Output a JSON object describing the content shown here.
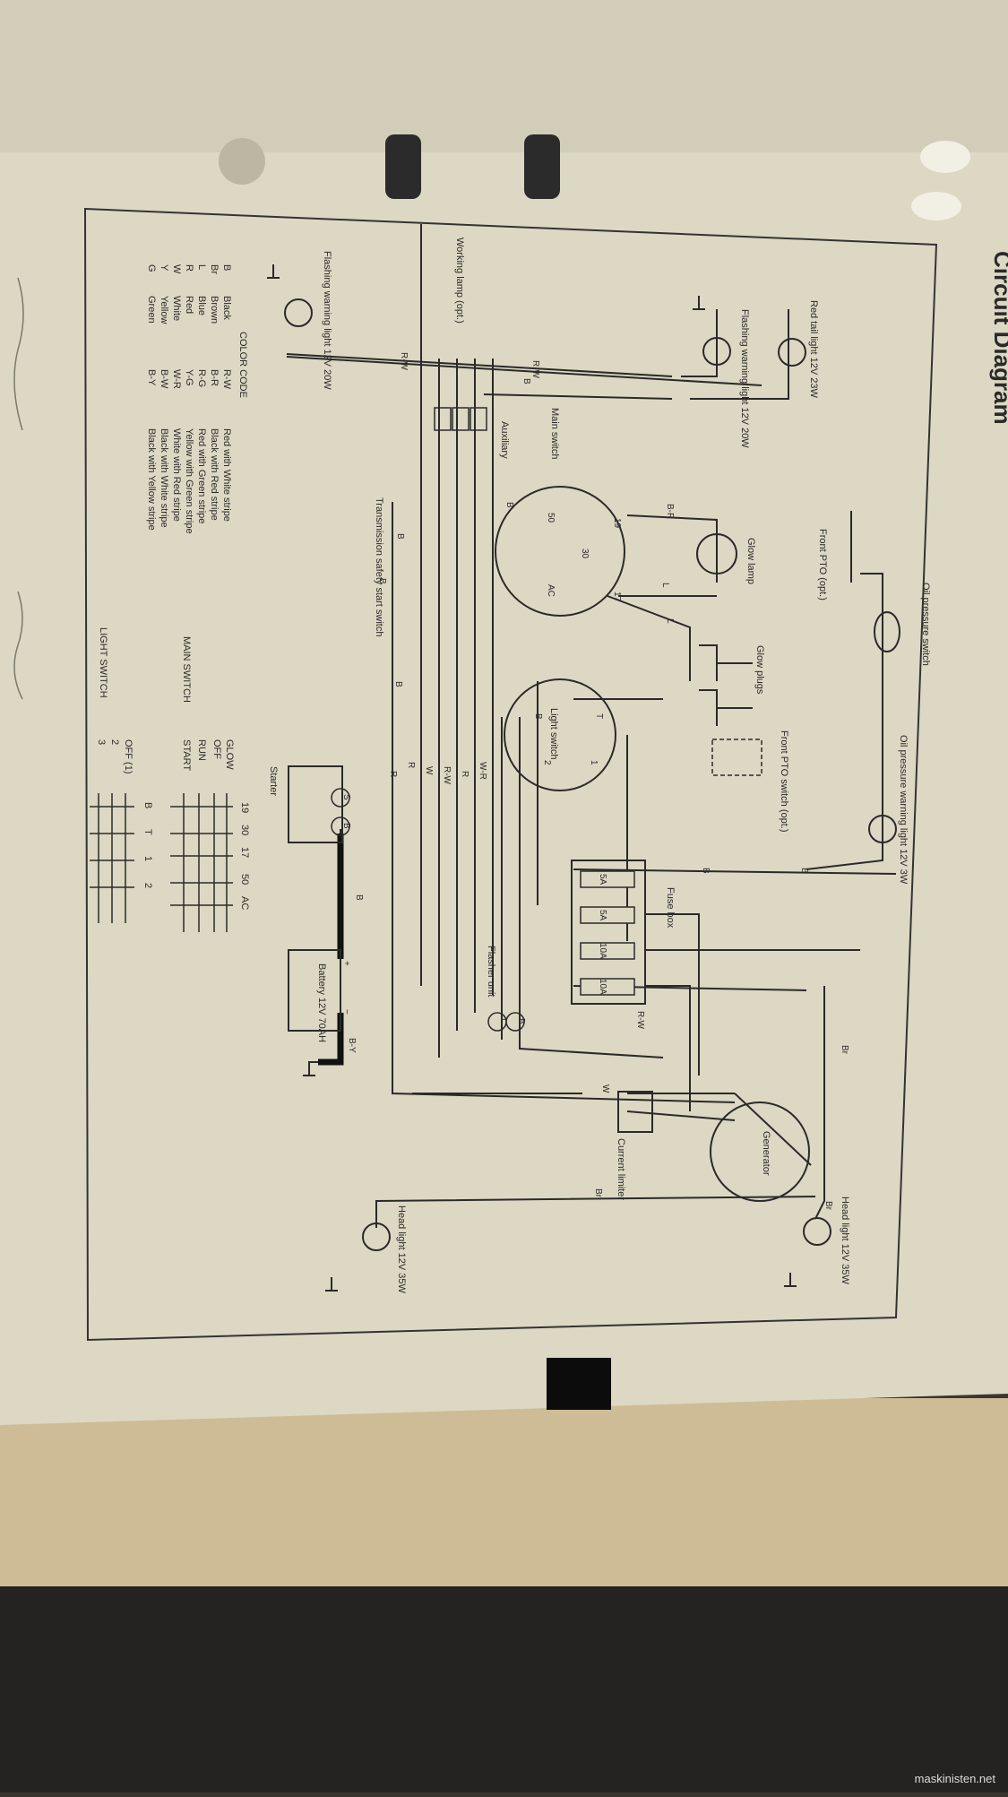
{
  "title": "Circuit Diagram",
  "labels": {
    "red_tail_light": "Red tail light 12V 23W",
    "flashing_warning_rear": "Flashing warning light 12V 20W",
    "flashing_warning_front": "Flashing warning light 12V 20W",
    "working_lamp": "Working lamp (opt.)",
    "main_switch": "Main switch",
    "auxiliary": "Auxiliary",
    "transmission_safety": "Transmission safety start switch",
    "glow_lamp": "Glow lamp",
    "front_pto_opt": "Front PTO (opt.)",
    "oil_pressure_switch": "Oil pressure switch",
    "oil_pressure_warning": "Oil pressure warning light 12V 3W",
    "glow_plugs": "Glow plugs",
    "front_pto_switch": "Front PTO switch (opt.)",
    "light_switch": "Light switch",
    "starter": "Starter",
    "fuse_box": "Fuse box",
    "flasher_unit": "Flasher unit",
    "battery": "Battery 12V 70AH",
    "generator": "Generator",
    "current_limiter": "Current limiter",
    "head_light_right": "Head light 12V 35W",
    "head_light_left": "Head light 12V 35W"
  },
  "terminals": {
    "main": [
      "19",
      "30",
      "17",
      "50",
      "AC"
    ],
    "light": [
      "T",
      "1",
      "B",
      "2"
    ],
    "starter": [
      "S",
      "B"
    ],
    "flasher": [
      "B",
      "L"
    ],
    "battery": [
      "+",
      "−"
    ]
  },
  "fuses": [
    "5A",
    "5A",
    "10A",
    "10A"
  ],
  "wire_labels": [
    "R-W",
    "R-W",
    "B",
    "B-R",
    "L",
    "L",
    "B",
    "B",
    "B",
    "W-R",
    "R",
    "R-W",
    "W",
    "R",
    "R",
    "B",
    "B",
    "R-W",
    "Br",
    "Br",
    "Br",
    "W",
    "B-Y",
    "B",
    "B"
  ],
  "color_code": {
    "heading": "COLOR  CODE",
    "rows": [
      {
        "code": "B",
        "name": "Black",
        "code2": "R-W",
        "desc": "Red with White stripe"
      },
      {
        "code": "Br",
        "name": "Brown",
        "code2": "B-R",
        "desc": "Black with Red stripe"
      },
      {
        "code": "L",
        "name": "Blue",
        "code2": "R-G",
        "desc": "Red with Green stripe"
      },
      {
        "code": "R",
        "name": "Red",
        "code2": "Y-G",
        "desc": "Yellow with Green stripe"
      },
      {
        "code": "W",
        "name": "White",
        "code2": "W-R",
        "desc": "White with Red stripe"
      },
      {
        "code": "Y",
        "name": "Yellow",
        "code2": "B-W",
        "desc": "Black with White stripe"
      },
      {
        "code": "G",
        "name": "Green",
        "code2": "B-Y",
        "desc": "Black with Yellow stripe"
      }
    ]
  },
  "main_switch_table": {
    "heading": "MAIN SWITCH",
    "columns": [
      "19",
      "30",
      "17",
      "50",
      "AC"
    ],
    "rows": [
      "GLOW",
      "OFF",
      "RUN",
      "START"
    ]
  },
  "light_switch_table": {
    "heading": "LIGHT SWITCH",
    "columns": [
      "B",
      "T",
      "1",
      "2"
    ],
    "rows": [
      "OFF (1)",
      "2",
      "3"
    ]
  },
  "watermark": "maskinisten.net",
  "colors": {
    "paper": "#ddd8c3",
    "ink": "#2a2a2a",
    "background": "#3a352c"
  }
}
